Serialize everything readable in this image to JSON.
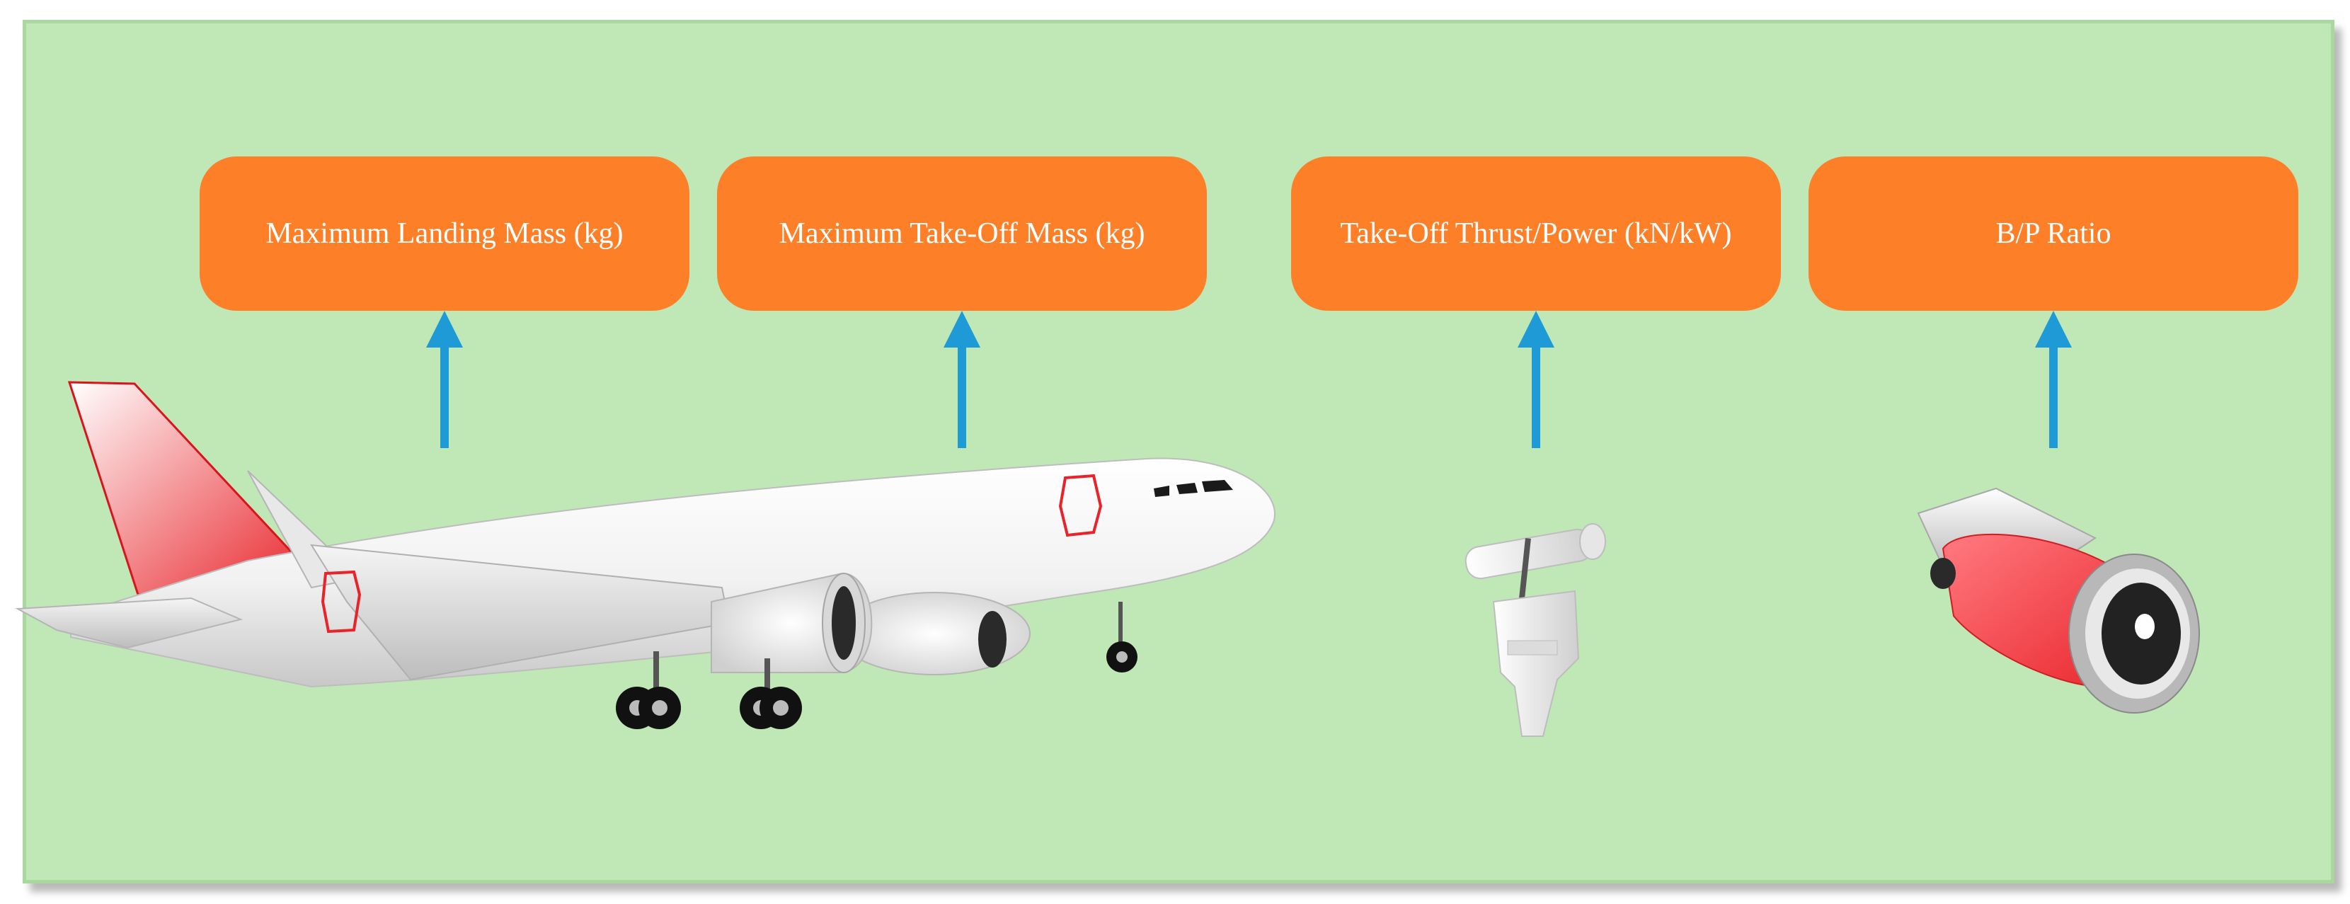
{
  "boxes": [
    {
      "label": "Maximum Landing Mass (kg)"
    },
    {
      "label": "Maximum Take-Off Mass (kg)"
    },
    {
      "label": "Take-Off Thrust/Power (kN/kW)"
    },
    {
      "label": "B/P Ratio"
    }
  ],
  "colors": {
    "background": "#c0e8b6",
    "box": "#fd7f28",
    "arrow": "#1e9ad6",
    "accent_red": "#e8242a"
  },
  "icons": [
    "airplane-icon",
    "thrust-lever-icon",
    "jet-engine-icon"
  ]
}
